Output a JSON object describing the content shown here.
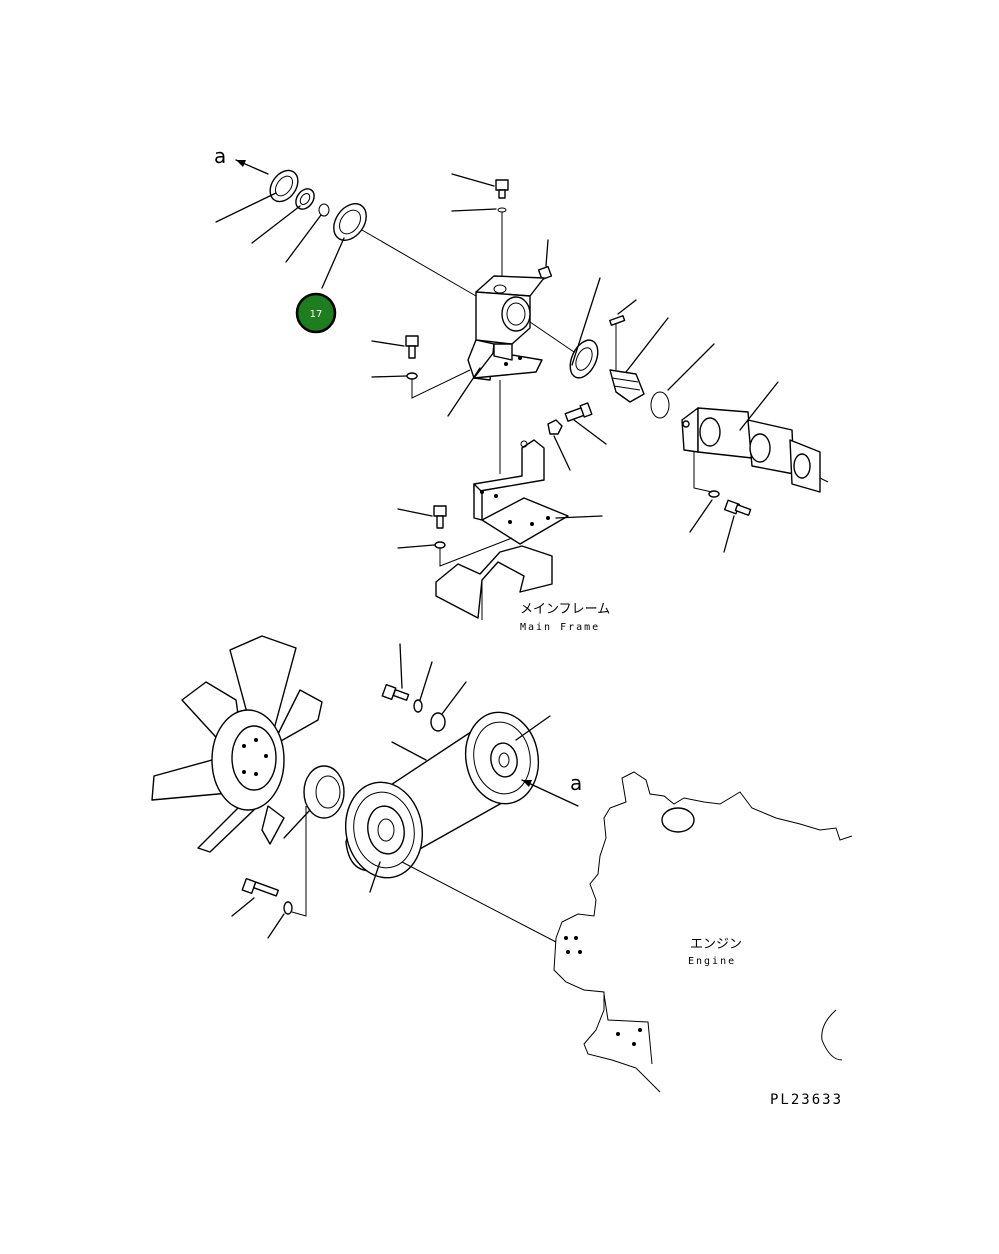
{
  "arrows": {
    "top_label": "a",
    "bottom_label": "a"
  },
  "callout": {
    "number": "17",
    "color": "#1e7d1e"
  },
  "labels": {
    "main_frame_jp": "メインフレーム",
    "main_frame_en": "Main Frame",
    "engine_jp": "エンジン",
    "engine_en": "Engine"
  },
  "drawing_code": "PL23633"
}
